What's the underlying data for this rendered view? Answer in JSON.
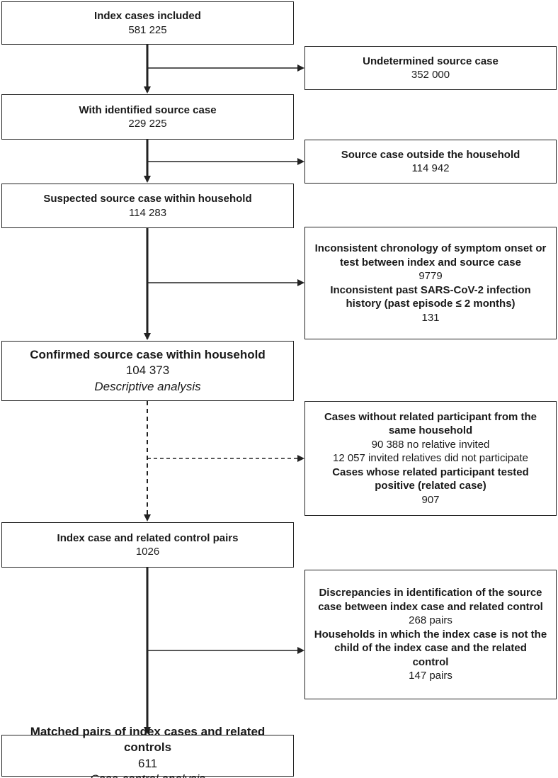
{
  "colors": {
    "border": "#222222",
    "line": "#222222",
    "text": "#1a1a1a",
    "background": "#ffffff"
  },
  "boxes": {
    "index_cases": {
      "title": "Index cases included",
      "count": "581 225"
    },
    "undetermined_source": {
      "title": "Undetermined source case",
      "count": "352 000"
    },
    "identified_source": {
      "title": "With identified source case",
      "count": "229 225"
    },
    "outside_household": {
      "title": "Source case outside the household",
      "count": "114 942"
    },
    "suspected_household": {
      "title": "Suspected source case within household",
      "count": "114 283"
    },
    "inconsistent": {
      "chronology_line1": "Inconsistent chronology of symptom onset or",
      "chronology_line2": "test between index and source case",
      "chronology_count": "9779",
      "history_line1": "Inconsistent past SARS-CoV-2 infection",
      "history_line2": "history (past episode ≤ 2 months)",
      "history_count": "131"
    },
    "confirmed_household": {
      "title": "Confirmed source case within household",
      "count": "104 373",
      "note": "Descriptive analysis"
    },
    "without_related": {
      "line1": "Cases without related participant from the",
      "line2": "same household",
      "no_relative": "90 388 no relative invited",
      "not_participate": "12 057 invited relatives did not participate",
      "positive_line1": "Cases whose related participant tested",
      "positive_line2": "positive (related case)",
      "positive_count": "907"
    },
    "index_control_pairs": {
      "title": "Index case and related control pairs",
      "count": "1026"
    },
    "discrepancies": {
      "line1": "Discrepancies in identification of the source",
      "line2": "case between index case and related control",
      "count": "268 pairs",
      "household_line1": "Households in which the index case is not the",
      "household_line2": "child of the index case and the related",
      "household_line3": "control",
      "household_count": "147 pairs"
    },
    "matched_pairs": {
      "line1": "Matched pairs of index cases and related",
      "line2": "controls",
      "count": "611",
      "note": "Case-control analysis"
    }
  }
}
